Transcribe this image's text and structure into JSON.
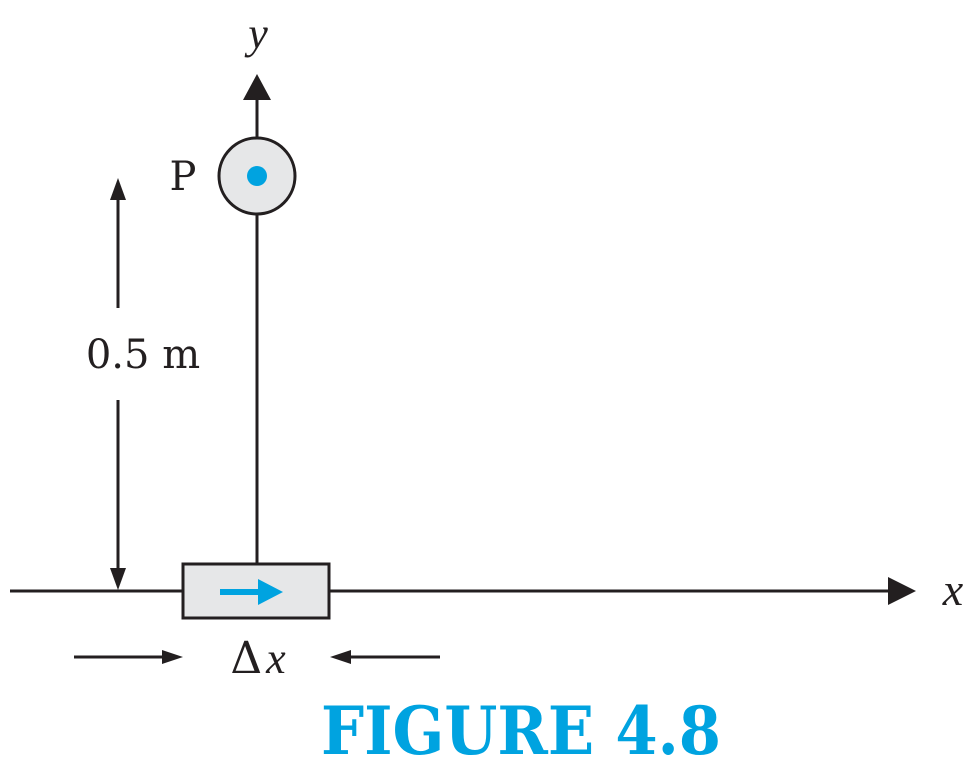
{
  "diagram": {
    "y_axis_label": "y",
    "x_axis_label": "x",
    "point_label": "P",
    "distance_label": "0.5 m",
    "delta_label": "Δ",
    "delta_var": "x",
    "caption": "FIGURE 4.8",
    "icons": {
      "point_marker": "out-of-page-field-icon",
      "current_direction": "right-arrow-icon"
    },
    "colors": {
      "accent": "#00a3e0",
      "line": "#231f20",
      "element_fill": "#e6e7e8"
    }
  }
}
